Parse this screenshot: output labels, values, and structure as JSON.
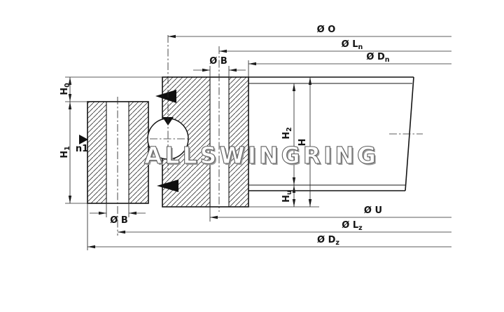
{
  "watermark": "ALLSWINGRING",
  "colors": {
    "ink": "#141414",
    "background": "#ffffff",
    "watermark_fill": "#ffffff",
    "watermark_outline": "#5f5f5f"
  },
  "labels": {
    "dia_o": {
      "main": "Ø O",
      "sub": ""
    },
    "dia_ln": {
      "main": "Ø L",
      "sub": "n"
    },
    "dia_dn": {
      "main": "Ø D",
      "sub": "n"
    },
    "dia_b_top": {
      "main": "Ø B",
      "sub": ""
    },
    "h0": {
      "main": "H",
      "sub": "0"
    },
    "h1": {
      "main": "H",
      "sub": "1"
    },
    "n1": {
      "main": "n1",
      "sub": ""
    },
    "h2": {
      "main": "H",
      "sub": "2"
    },
    "h": {
      "main": "H",
      "sub": ""
    },
    "hu": {
      "main": "H",
      "sub": "u"
    },
    "dia_b_bottom": {
      "main": "Ø B",
      "sub": ""
    },
    "dia_u": {
      "main": "Ø U",
      "sub": ""
    },
    "dia_lz": {
      "main": "Ø L",
      "sub": "z"
    },
    "dia_dz": {
      "main": "Ø D",
      "sub": "z"
    }
  }
}
